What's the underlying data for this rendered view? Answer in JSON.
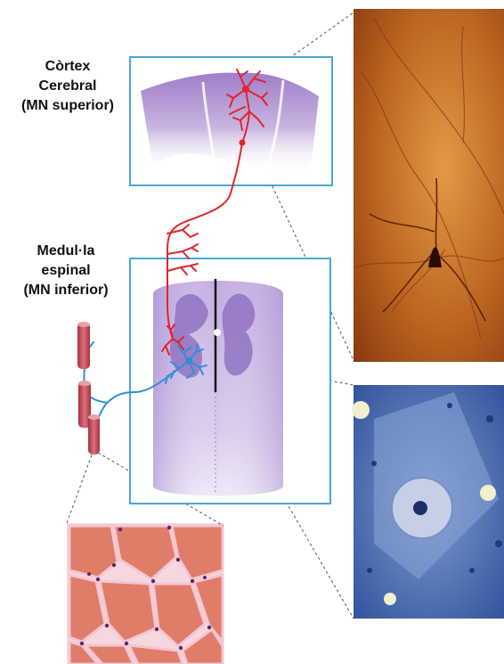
{
  "labels": {
    "cortex": [
      "Còrtex",
      "Cerebral",
      "(MN superior)"
    ],
    "spinal_cord": [
      "Medul·la",
      "espinal",
      "(MN inferior)"
    ]
  },
  "colors": {
    "frame_blue": "#4aa6d6",
    "upper_motor_neuron": "#e0262b",
    "lower_motor_neuron": "#2f8fd6",
    "tissue_purple": "#a78bcf",
    "muscle_fiber": "#c94a5a",
    "micrograph_cortex": "#b0541a",
    "micrograph_spinal": "#4f72b5",
    "micrograph_muscle": "#e0806b"
  },
  "icons": {
    "cortex_micrograph": "golgi-stained-cortex-micrograph-image",
    "spinal_micrograph": "stained-motor-neuron-micrograph-image",
    "muscle_micrograph": "muscle-cross-section-micrograph-image"
  }
}
